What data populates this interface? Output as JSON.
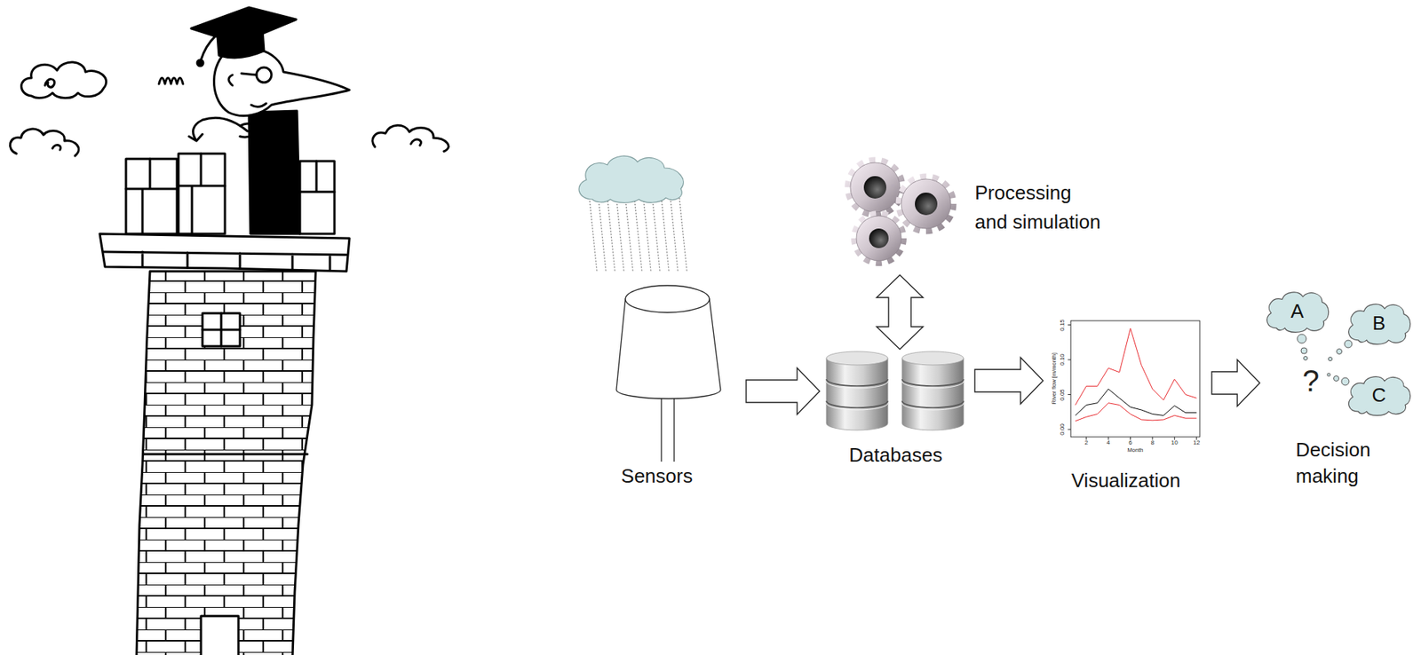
{
  "diagram": {
    "nodes": [
      {
        "text": [
          "Sensors"
        ]
      },
      {
        "text": [
          "Processing and simulation"
        ]
      },
      {
        "text": [
          "Databases"
        ]
      },
      {
        "text": [
          "Visualization"
        ]
      },
      {
        "text": [
          "Decision making"
        ]
      },
      {
        "text": [
          "A"
        ],
        "in": 4
      },
      {
        "text": [
          "B"
        ],
        "in": 4
      },
      {
        "text": [
          "C"
        ],
        "in": 4
      }
    ],
    "edges": [
      {
        "from": 0,
        "to": 2,
        "arrow": "to"
      },
      {
        "from": 2,
        "to": 1,
        "arrow": "both"
      },
      {
        "from": 2,
        "to": 3,
        "arrow": "to"
      },
      {
        "from": 3,
        "to": 4,
        "arrow": "to"
      }
    ],
    "labels": [
      "?",
      "0.00",
      "0.05",
      "0.10",
      "0.15",
      "River flow [m/month]",
      "2",
      "4",
      "6",
      "8",
      "10",
      "12",
      "Month"
    ]
  }
}
